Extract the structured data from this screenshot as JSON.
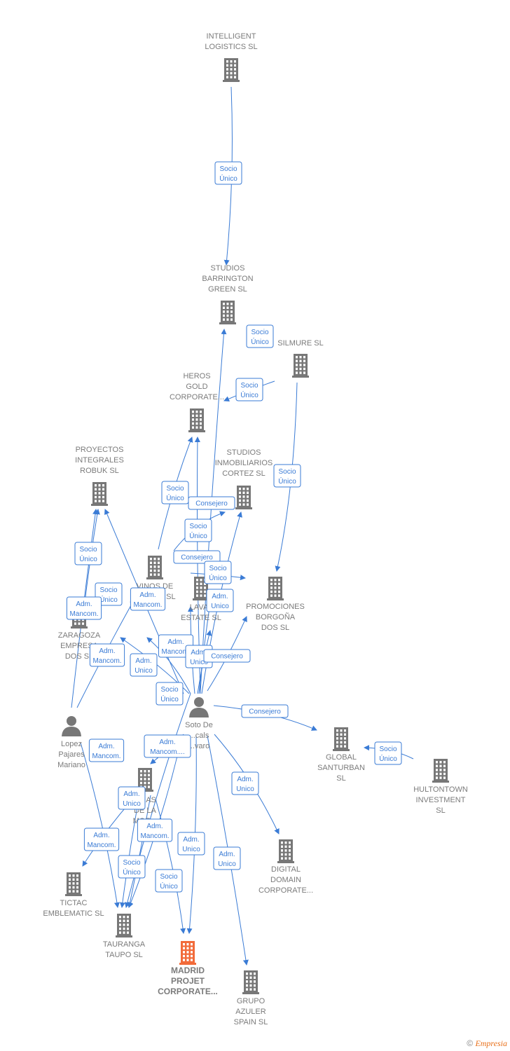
{
  "colors": {
    "edge": "#3a7bd5",
    "node": "#777777",
    "focus": "#f26b3a",
    "label": "#7b7b7b"
  },
  "nodes": [
    {
      "id": "intelligent",
      "type": "company",
      "lines": [
        "INTELLIGENT",
        "LOGISTICS  SL"
      ]
    },
    {
      "id": "studios_barrington",
      "type": "company",
      "lines": [
        "STUDIOS",
        "BARRINGTON",
        "GREEN  SL"
      ]
    },
    {
      "id": "silmure",
      "type": "company",
      "lines": [
        "SILMURE  SL"
      ]
    },
    {
      "id": "heros",
      "type": "company",
      "lines": [
        "HEROS",
        "GOLD",
        "CORPORATE..."
      ]
    },
    {
      "id": "proyectos",
      "type": "company",
      "lines": [
        "PROYECTOS",
        "INTEGRALES",
        "ROBUK  SL"
      ]
    },
    {
      "id": "studios_cortez",
      "type": "company",
      "lines": [
        "STUDIOS",
        "INMOBILIARIOS",
        "CORTEZ SL"
      ]
    },
    {
      "id": "promociones",
      "type": "company",
      "lines": [
        "PROMOCIONES",
        "BORGOÑA",
        "DOS  SL"
      ]
    },
    {
      "id": "vinos",
      "type": "company",
      "lines": [
        "VINOS DE",
        "LA ... LO SL"
      ]
    },
    {
      "id": "laval",
      "type": "company",
      "lines": [
        "LAVAL",
        "ESTATE  SL"
      ]
    },
    {
      "id": "zaragoza",
      "type": "company",
      "lines": [
        "ZARAGOZA",
        "EMPRESA",
        "DOS SL"
      ]
    },
    {
      "id": "soto",
      "type": "person",
      "lines": [
        "Soto De",
        "...cals",
        "...varo"
      ]
    },
    {
      "id": "lopez",
      "type": "person",
      "lines": [
        "Lopez",
        "Pajares",
        "Mariano"
      ]
    },
    {
      "id": "global",
      "type": "company",
      "lines": [
        "GLOBAL",
        "SANTURBAN",
        "SL"
      ]
    },
    {
      "id": "hultontown",
      "type": "company",
      "lines": [
        "HULTONTOWN",
        "INVESTMENT",
        "SL"
      ]
    },
    {
      "id": "bodegas",
      "type": "company",
      "lines": [
        "...NAS",
        "DE LA",
        "MOR..."
      ]
    },
    {
      "id": "digital",
      "type": "company",
      "lines": [
        "DIGITAL",
        "DOMAIN",
        "CORPORATE..."
      ]
    },
    {
      "id": "tictac",
      "type": "company",
      "lines": [
        "TICTAC",
        "EMBLEMATIC SL"
      ]
    },
    {
      "id": "tauranga",
      "type": "company",
      "lines": [
        "TAURANGA",
        "TAUPO  SL"
      ]
    },
    {
      "id": "madrid",
      "type": "focus",
      "lines": [
        "MADRID",
        "PROJET",
        "CORPORATE..."
      ]
    },
    {
      "id": "grupo",
      "type": "company",
      "lines": [
        "GRUPO",
        "AZULER",
        "SPAIN SL"
      ]
    }
  ],
  "relations": [
    {
      "from": "intelligent",
      "to": "studios_barrington",
      "lines": [
        "Socio",
        "Único"
      ]
    },
    {
      "from": "soto",
      "to": "studios_barrington",
      "lines": [
        "Socio",
        "Único"
      ]
    },
    {
      "from": "silmure",
      "to": "heros",
      "lines": [
        "Socio",
        "Único"
      ]
    },
    {
      "from": "silmure",
      "to": "promociones",
      "lines": [
        "Socio",
        "Único"
      ]
    },
    {
      "from": "vinos",
      "to": "heros",
      "lines": [
        "Socio",
        "Único"
      ]
    },
    {
      "from": "soto",
      "to": "heros",
      "lines": [
        "Socio",
        "Único"
      ]
    },
    {
      "from": "soto",
      "to": "studios_cortez",
      "lines": [
        "Consejero"
      ]
    },
    {
      "from": "soto",
      "to": "studios_cortez",
      "lines": [
        "Consejero"
      ]
    },
    {
      "from": "soto",
      "to": "promociones",
      "lines": [
        "Socio",
        "Único"
      ]
    },
    {
      "from": "lopez",
      "to": "proyectos",
      "lines": [
        "Socio",
        "Único"
      ]
    },
    {
      "from": "soto",
      "to": "proyectos",
      "lines": [
        "Adm.",
        "Mancom."
      ]
    },
    {
      "from": "zaragoza",
      "to": "proyectos",
      "lines": [
        "Socio",
        "Único"
      ]
    },
    {
      "from": "lopez",
      "to": "zaragoza",
      "lines": [
        "Adm.",
        "Mancom."
      ]
    },
    {
      "from": "soto",
      "to": "laval",
      "lines": [
        "Adm.",
        "Unico"
      ]
    },
    {
      "from": "soto",
      "to": "zaragoza",
      "lines": [
        "Adm.",
        "Mancom."
      ]
    },
    {
      "from": "soto",
      "to": "vinos",
      "lines": [
        "Adm.",
        "Unico"
      ]
    },
    {
      "from": "soto",
      "to": "laval",
      "lines": [
        "Adm.",
        "Mancom."
      ]
    },
    {
      "from": "soto",
      "to": "laval",
      "lines": [
        "Adm.",
        "Unico"
      ]
    },
    {
      "from": "soto",
      "to": "promociones",
      "lines": [
        "Consejero"
      ]
    },
    {
      "from": "soto",
      "to": "global",
      "lines": [
        "Consejero"
      ]
    },
    {
      "from": "hultontown",
      "to": "global",
      "lines": [
        "Socio",
        "Único"
      ]
    },
    {
      "from": "soto",
      "to": "tauranga",
      "lines": [
        "Socio",
        "Único"
      ]
    },
    {
      "from": "lopez",
      "to": "tauranga",
      "lines": [
        "Adm.",
        "Mancom."
      ]
    },
    {
      "from": "soto",
      "to": "bodegas",
      "lines": [
        "Adm.",
        "Mancom...."
      ]
    },
    {
      "from": "bodegas",
      "to": "tauranga",
      "lines": [
        "Adm.",
        "Unico"
      ]
    },
    {
      "from": "bodegas",
      "to": "tictac",
      "lines": [
        "Adm.",
        "Mancom."
      ]
    },
    {
      "from": "soto",
      "to": "tauranga",
      "lines": [
        "Adm.",
        "Mancom."
      ]
    },
    {
      "from": "bodegas",
      "to": "tauranga",
      "lines": [
        "Socio",
        "Único"
      ]
    },
    {
      "from": "soto",
      "to": "madrid",
      "lines": [
        "Adm.",
        "Unico"
      ]
    },
    {
      "from": "bodegas",
      "to": "madrid",
      "lines": [
        "Socio",
        "Único"
      ]
    },
    {
      "from": "soto",
      "to": "digital",
      "lines": [
        "Adm.",
        "Unico"
      ]
    },
    {
      "from": "soto",
      "to": "grupo",
      "lines": [
        "Adm.",
        "Unico"
      ]
    }
  ],
  "footer": {
    "copyright": "©",
    "brand": "Empresia"
  }
}
